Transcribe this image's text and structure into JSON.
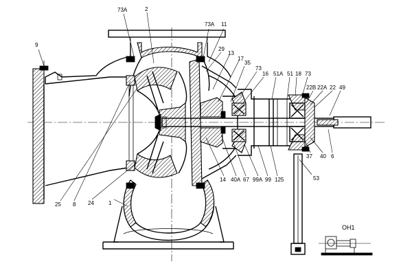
{
  "drawing": {
    "caption": "OH1",
    "callouts": [
      {
        "id": "c-73A-left",
        "text": "73A"
      },
      {
        "id": "c-2",
        "text": "2"
      },
      {
        "id": "c-73A-right",
        "text": "73A"
      },
      {
        "id": "c-11",
        "text": "11"
      },
      {
        "id": "c-9",
        "text": "9"
      },
      {
        "id": "c-29",
        "text": "29"
      },
      {
        "id": "c-13",
        "text": "13"
      },
      {
        "id": "c-17",
        "text": "17"
      },
      {
        "id": "c-35",
        "text": "35"
      },
      {
        "id": "c-73-a",
        "text": "73"
      },
      {
        "id": "c-16",
        "text": "16"
      },
      {
        "id": "c-51A",
        "text": "51A"
      },
      {
        "id": "c-51",
        "text": "51"
      },
      {
        "id": "c-18",
        "text": "18"
      },
      {
        "id": "c-73-b",
        "text": "73"
      },
      {
        "id": "c-22B",
        "text": "22B"
      },
      {
        "id": "c-22A",
        "text": "22A"
      },
      {
        "id": "c-22",
        "text": "22"
      },
      {
        "id": "c-49",
        "text": "49"
      },
      {
        "id": "c-37",
        "text": "37"
      },
      {
        "id": "c-40",
        "text": "40"
      },
      {
        "id": "c-6",
        "text": "6"
      },
      {
        "id": "c-14",
        "text": "14"
      },
      {
        "id": "c-40A",
        "text": "40A"
      },
      {
        "id": "c-67",
        "text": "67"
      },
      {
        "id": "c-99A",
        "text": "99A"
      },
      {
        "id": "c-99",
        "text": "99"
      },
      {
        "id": "c-125",
        "text": "125"
      },
      {
        "id": "c-53",
        "text": "53"
      },
      {
        "id": "c-25",
        "text": "25"
      },
      {
        "id": "c-8",
        "text": "8"
      },
      {
        "id": "c-24",
        "text": "24"
      },
      {
        "id": "c-1",
        "text": "1"
      }
    ]
  }
}
